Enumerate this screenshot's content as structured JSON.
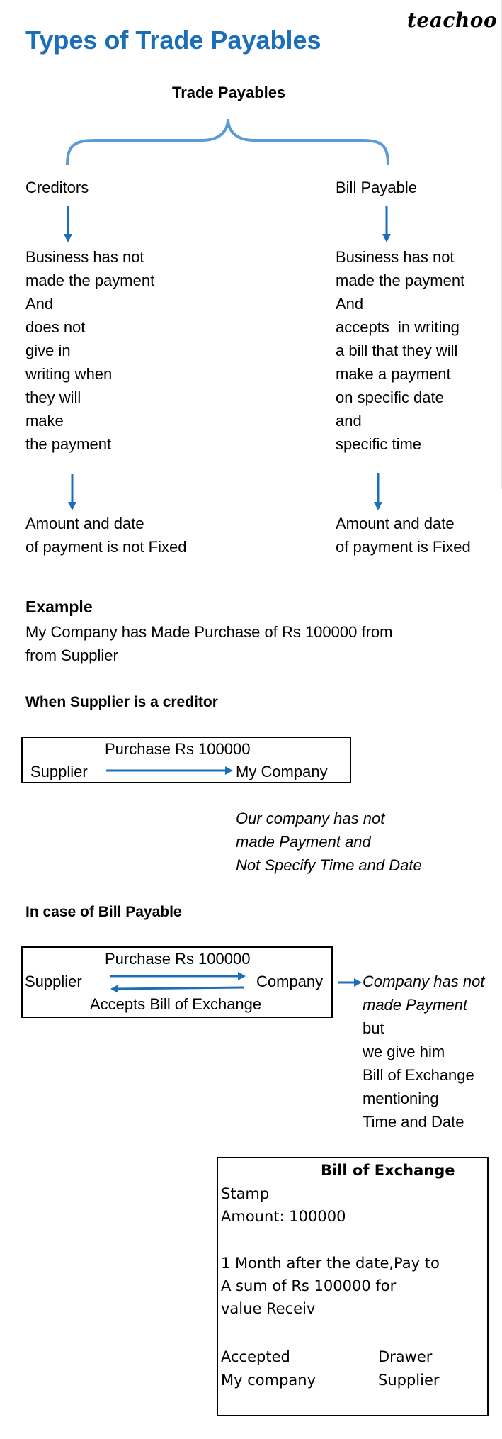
{
  "brand": {
    "logo": "teachoo"
  },
  "page": {
    "title": "Types of Trade Payables"
  },
  "diagram": {
    "root": "Trade Payables",
    "colors": {
      "accent": "#1b6fb8",
      "brace": "#5b9bd5"
    },
    "left": {
      "label": "Creditors",
      "description": [
        "Business has not",
        "made the payment",
        "And",
        "does not",
        "give in",
        "writing when",
        "they will",
        "make",
        "the payment"
      ],
      "result": [
        "Amount and date",
        "of payment is not Fixed"
      ]
    },
    "right": {
      "label": "Bill Payable",
      "description": [
        "Business has not",
        "made the payment",
        "And",
        "accepts  in writing",
        "a bill that they will",
        "make a payment",
        "on specific date",
        "and",
        "specific time"
      ],
      "result": [
        "Amount and date",
        "of payment is Fixed"
      ]
    }
  },
  "example": {
    "heading": "Example",
    "text": [
      "My Company has Made Purchase of Rs 100000 from",
      "from Supplier"
    ],
    "creditor_case": {
      "heading": "When Supplier is a creditor",
      "purchase_label": "Purchase Rs 100000",
      "from": "Supplier",
      "to": "My Company",
      "note": [
        "Our company has not",
        "made Payment and",
        "Not Specify Time and Date"
      ]
    },
    "bill_case": {
      "heading": "In case of Bill Payable",
      "purchase_label": "Purchase Rs 100000",
      "from": "Supplier",
      "to": "Company",
      "return_label": "Accepts Bill of Exchange",
      "note_italic": [
        "Company has not",
        "made Payment"
      ],
      "note": [
        "but",
        "we give him",
        "Bill of Exchange",
        "mentioning",
        "Time and Date"
      ]
    }
  },
  "bill_of_exchange": {
    "title": "Bill of Exchange",
    "stamp": "Stamp",
    "amount": "Amount: 100000",
    "body": [
      "1 Month after the date,Pay to",
      "A sum of Rs 100000 for",
      "value Receiv"
    ],
    "accepted_label": "Accepted",
    "accepted_by": "My company",
    "drawer_label": "Drawer",
    "drawer": "Supplier"
  }
}
